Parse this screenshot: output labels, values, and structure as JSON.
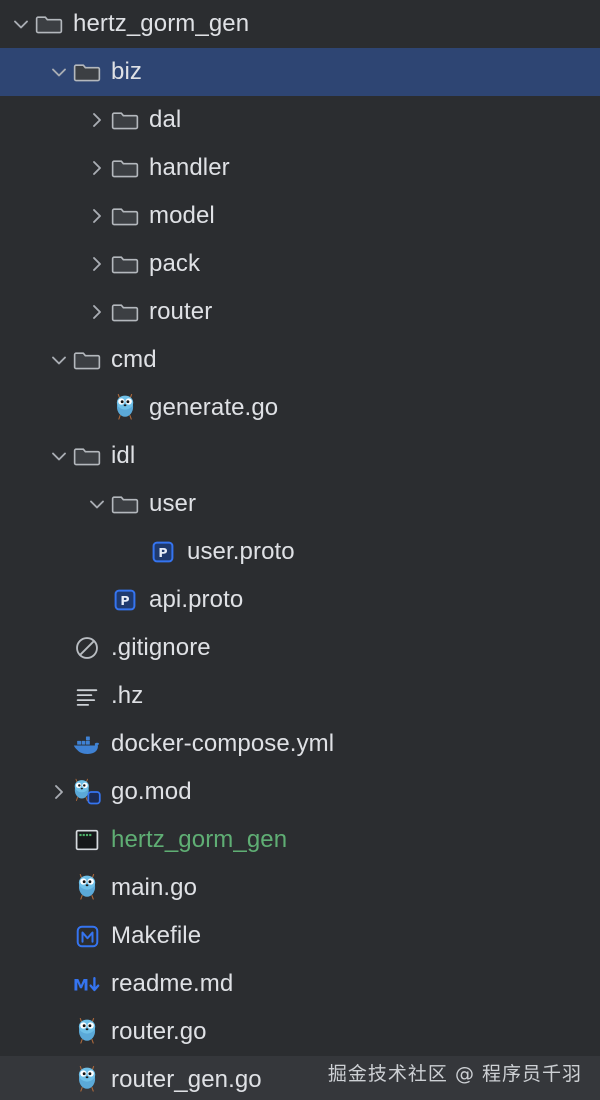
{
  "theme": {
    "background": "#2b2d30",
    "selected_row_background": "#2e4573",
    "hover_row_background": "#35373b",
    "text_color": "#dfe1e5",
    "executable_text_color": "#5fae74",
    "chevron_color": "#a9adb3",
    "folder_icon_color": "#b4b8bd",
    "accent_blue": "#3574f0",
    "docker_blue": "#3f82d4",
    "gopher_blue": "#5ba9d8"
  },
  "tree": {
    "rows": [
      {
        "label": "hertz_gorm_gen",
        "indent": 0,
        "chevron": "down",
        "icon": "folder-icon",
        "type": "folder",
        "state": "normal"
      },
      {
        "label": "biz",
        "indent": 1,
        "chevron": "down",
        "icon": "folder-icon",
        "type": "folder",
        "state": "selected"
      },
      {
        "label": "dal",
        "indent": 2,
        "chevron": "right",
        "icon": "folder-icon",
        "type": "folder",
        "state": "normal"
      },
      {
        "label": "handler",
        "indent": 2,
        "chevron": "right",
        "icon": "folder-icon",
        "type": "folder",
        "state": "normal"
      },
      {
        "label": "model",
        "indent": 2,
        "chevron": "right",
        "icon": "folder-icon",
        "type": "folder",
        "state": "normal"
      },
      {
        "label": "pack",
        "indent": 2,
        "chevron": "right",
        "icon": "folder-icon",
        "type": "folder",
        "state": "normal"
      },
      {
        "label": "router",
        "indent": 2,
        "chevron": "right",
        "icon": "folder-icon",
        "type": "folder",
        "state": "normal"
      },
      {
        "label": "cmd",
        "indent": 1,
        "chevron": "down",
        "icon": "folder-icon",
        "type": "folder",
        "state": "normal"
      },
      {
        "label": "generate.go",
        "indent": 2,
        "chevron": "none",
        "icon": "go-gopher-icon",
        "type": "file",
        "state": "normal"
      },
      {
        "label": "idl",
        "indent": 1,
        "chevron": "down",
        "icon": "folder-icon",
        "type": "folder",
        "state": "normal"
      },
      {
        "label": "user",
        "indent": 2,
        "chevron": "down",
        "icon": "folder-icon",
        "type": "folder",
        "state": "normal"
      },
      {
        "label": "user.proto",
        "indent": 3,
        "chevron": "none",
        "icon": "proto-icon",
        "type": "file",
        "state": "normal"
      },
      {
        "label": "api.proto",
        "indent": 2,
        "chevron": "none",
        "icon": "proto-icon",
        "type": "file",
        "state": "normal"
      },
      {
        "label": ".gitignore",
        "indent": 1,
        "chevron": "none",
        "icon": "ignore-circle-icon",
        "type": "file",
        "state": "normal"
      },
      {
        "label": ".hz",
        "indent": 1,
        "chevron": "none",
        "icon": "text-lines-icon",
        "type": "file",
        "state": "normal"
      },
      {
        "label": "docker-compose.yml",
        "indent": 1,
        "chevron": "none",
        "icon": "docker-whale-icon",
        "type": "file",
        "state": "normal"
      },
      {
        "label": "go.mod",
        "indent": 1,
        "chevron": "right",
        "icon": "go-module-icon",
        "type": "file",
        "state": "normal"
      },
      {
        "label": "hertz_gorm_gen",
        "indent": 1,
        "chevron": "none",
        "icon": "terminal-binary-icon",
        "type": "executable",
        "state": "normal"
      },
      {
        "label": "main.go",
        "indent": 1,
        "chevron": "none",
        "icon": "go-gopher-icon",
        "type": "file",
        "state": "normal"
      },
      {
        "label": "Makefile",
        "indent": 1,
        "chevron": "none",
        "icon": "makefile-icon",
        "type": "file",
        "state": "normal"
      },
      {
        "label": "readme.md",
        "indent": 1,
        "chevron": "none",
        "icon": "markdown-icon",
        "type": "file",
        "state": "normal"
      },
      {
        "label": "router.go",
        "indent": 1,
        "chevron": "none",
        "icon": "go-gopher-icon",
        "type": "file",
        "state": "normal"
      },
      {
        "label": "router_gen.go",
        "indent": 1,
        "chevron": "none",
        "icon": "go-gopher-icon",
        "type": "file",
        "state": "hovered"
      }
    ]
  },
  "watermark": {
    "text": "掘金技术社区 @ 程序员千羽"
  }
}
